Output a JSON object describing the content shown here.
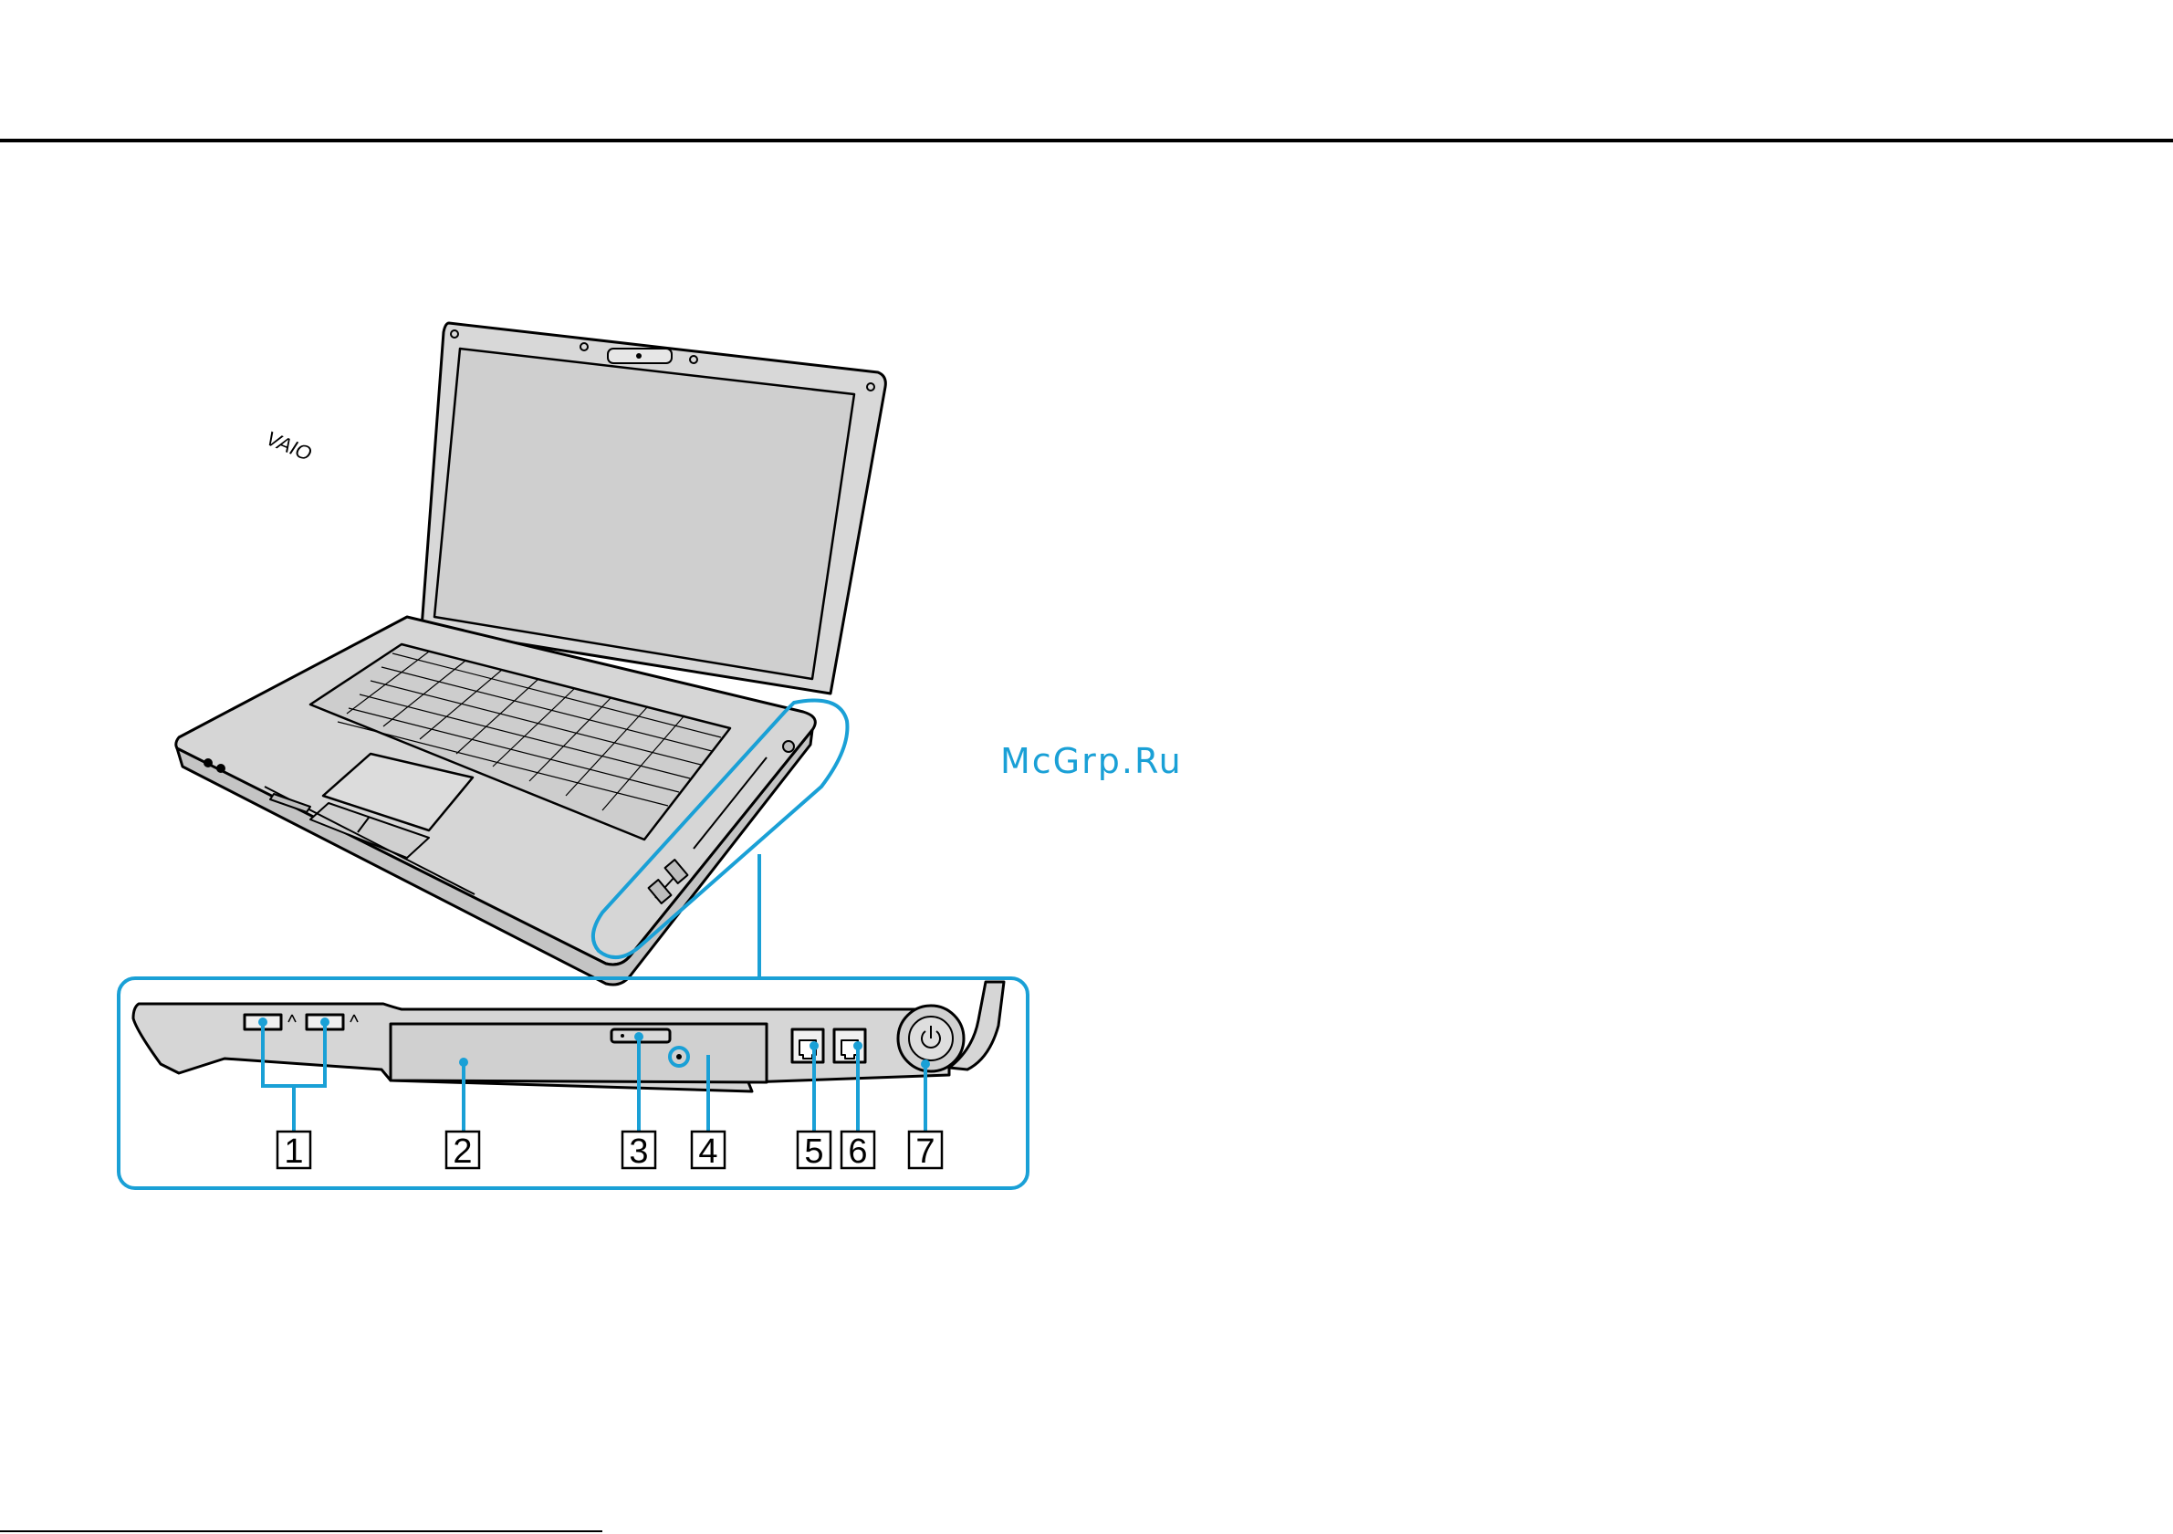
{
  "watermark": "McGrp.Ru",
  "footer": "",
  "callouts": [
    {
      "id": "1",
      "label": "1"
    },
    {
      "id": "2",
      "label": "2"
    },
    {
      "id": "3",
      "label": "3"
    },
    {
      "id": "4",
      "label": "4"
    },
    {
      "id": "5",
      "label": "5"
    },
    {
      "id": "6",
      "label": "6"
    },
    {
      "id": "7",
      "label": "7"
    }
  ],
  "logo_text": "VAIO",
  "colors": {
    "accent": "#1aa0d6",
    "line": "#000000",
    "body": "#d6d6d6",
    "screen": "#cfcfcf"
  }
}
